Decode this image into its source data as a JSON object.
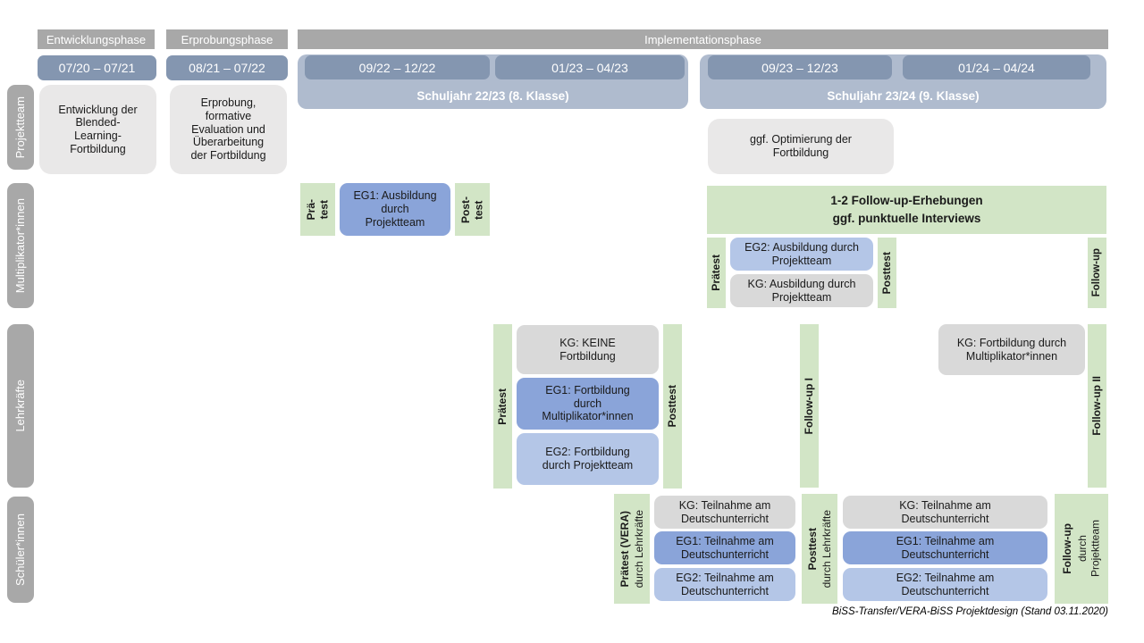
{
  "palette": {
    "phase_header_gray": "#a8a8a8",
    "row_label_gray": "#a8a8a8",
    "date_pill_blue": "#8496b0",
    "school_year_blue": "#afbbce",
    "box_light_gray": "#e9e8e8",
    "box_kg_gray": "#d9d9d9",
    "box_eg1_blue": "#8aa4d9",
    "box_eg2_blue": "#b4c6e7",
    "accent_green": "#d2e5c6"
  },
  "phases": {
    "entwicklung": "Entwicklungsphase",
    "erprobung": "Erprobungsphase",
    "implementation": "Implementationsphase"
  },
  "timeline": {
    "d1": "07/20 – 07/21",
    "d2": "08/21 – 07/22",
    "d3": "09/22 – 12/22",
    "d4": "01/23 – 04/23",
    "d5": "09/23 – 12/23",
    "d6": "01/24 – 04/24",
    "year1": "Schuljahr 22/23 (8. Klasse)",
    "year2": "Schuljahr 23/24 (9. Klasse)"
  },
  "rows": {
    "projektteam": {
      "label": "Projektteam",
      "entwicklung": "Entwicklung der\nBlended-\nLearning-\nFortbildung",
      "erprobung": "Erprobung,\nformative\nEvaluation und\nÜberarbeitung\nder Fortbildung",
      "optimierung": "ggf. Optimierung der\nFortbildung"
    },
    "multiplikatoren": {
      "label": "Multiplikator*innen",
      "praetest_short": "Prä-\ntest",
      "eg1": "EG1: Ausbildung\ndurch\nProjektteam",
      "posttest_short": "Post-\ntest",
      "followup_box": "1-2 Follow-up-Erhebungen\nggf. punktuelle Interviews",
      "praetest": "Prätest",
      "eg2": "EG2: Ausbildung durch\nProjektteam",
      "kg": "KG: Ausbildung durch\nProjektteam",
      "posttest": "Posttest",
      "followup": "Follow-up"
    },
    "lehrkraefte": {
      "label": "Lehrkräfte",
      "praetest": "Prätest",
      "kg_keine": "KG: KEINE\nFortbildung",
      "eg1": "EG1: Fortbildung\ndurch\nMultiplikator*innen",
      "eg2": "EG2: Fortbildung\ndurch Projektteam",
      "posttest": "Posttest",
      "followup1": "Follow-up I",
      "kg_fortbildung": "KG: Fortbildung durch\nMultiplikator*innen",
      "followup2": "Follow-up II"
    },
    "schueler": {
      "label": "Schüler*innen",
      "praetest_main": "Prätest (VERA)",
      "praetest_sub": "durch Lehrkräfte",
      "kg": "KG: Teilnahme am\nDeutschunterricht",
      "eg1": "EG1: Teilnahme am\nDeutschunterricht",
      "eg2": "EG2: Teilnahme am\nDeutschunterricht",
      "posttest_main": "Posttest",
      "posttest_sub": "durch Lehrkräfte",
      "followup_main": "Follow-up",
      "followup_sub": "durch\nProjektteam"
    }
  },
  "caption": "BiSS-Transfer/VERA-BiSS Projektdesign (Stand 03.11.2020)"
}
